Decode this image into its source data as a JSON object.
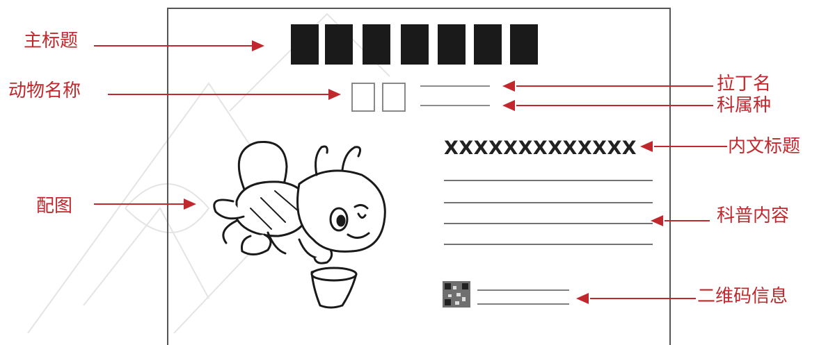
{
  "labels": {
    "main_title": "主标题",
    "animal_name": "动物名称",
    "illustration": "配图",
    "latin_name": "拉丁名",
    "family_genus_species": "科属种",
    "content_title": "内文标题",
    "science_content": "科普内容",
    "qr_info": "二维码信息"
  },
  "card": {
    "content_title_text": "XXXXXXXXXXXXX"
  },
  "colors": {
    "annotation": "#c0282d",
    "title_blocks": "#1a1a1a",
    "card_border": "#555555"
  },
  "icons": {
    "illustration": "bee-cartoon",
    "qr": "qr-code-icon"
  }
}
